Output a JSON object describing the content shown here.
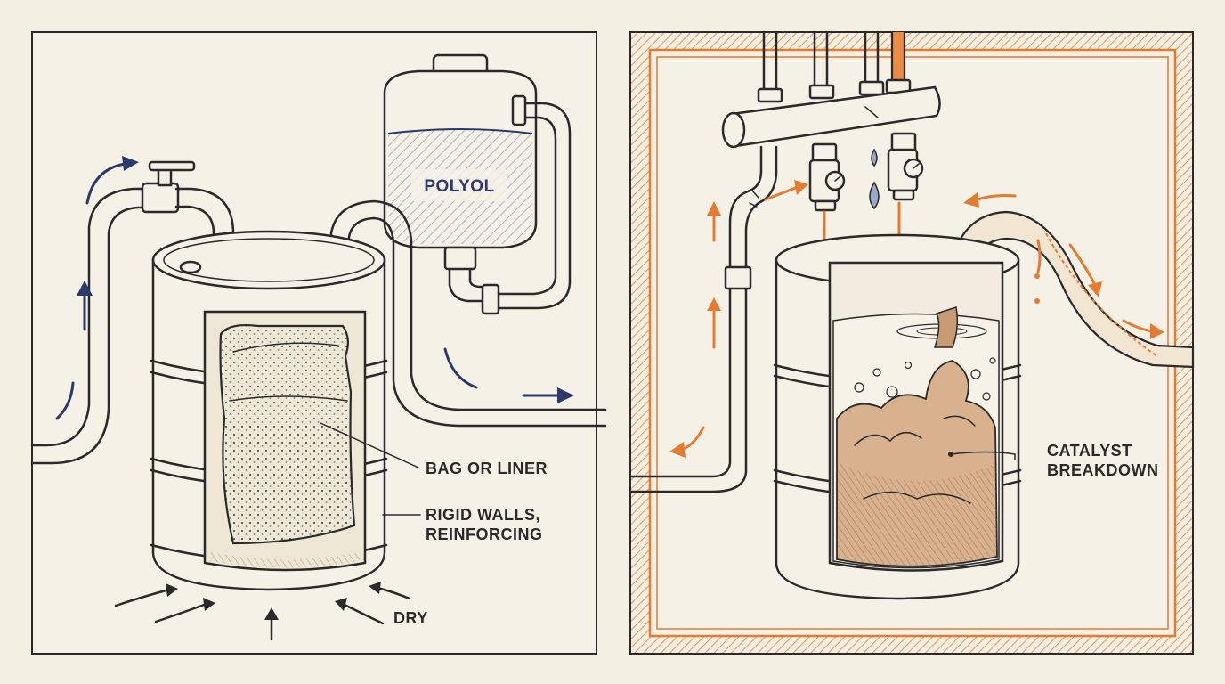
{
  "left_panel": {
    "tank_label": "POLYOL",
    "callouts": {
      "bag_liner": "BAG OR LINER",
      "rigid_walls_line1": "RIGID WALLS,",
      "rigid_walls_line2": "REINFORCING",
      "dry": "DRY"
    },
    "accent_color": "#2b3a6b"
  },
  "right_panel": {
    "callouts": {
      "catalyst_line1": "CATALYST",
      "catalyst_line2": "BREAKDOWN"
    },
    "accent_color": "#e47b30"
  }
}
